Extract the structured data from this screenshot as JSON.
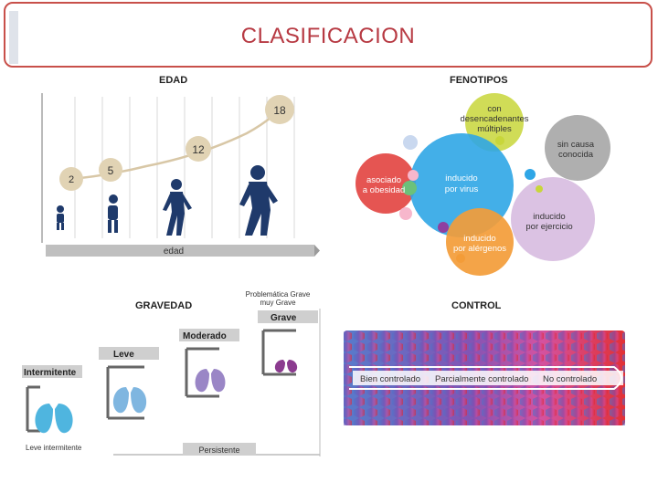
{
  "title": "CLASIFICACION",
  "edad": {
    "heading": "EDAD",
    "ages": [
      "2",
      "5",
      "12",
      "18"
    ],
    "axis_label": "edad"
  },
  "fenotipos": {
    "heading": "FENOTIPOS",
    "bubbles": [
      {
        "label": "con desencadenantes múltiples",
        "color": "#c8d63a"
      },
      {
        "label": "sin causa conocida",
        "color": "#a6a6a6"
      },
      {
        "label": "asociado a obesidad",
        "color": "#e2433f"
      },
      {
        "label": "inducido por virus",
        "color": "#2fa6e6"
      },
      {
        "label": "inducido por ejercicio",
        "color": "#d9bfe2"
      },
      {
        "label": "inducido por alérgenos",
        "color": "#f39c38"
      }
    ]
  },
  "gravedad": {
    "heading": "GRAVEDAD",
    "levels": [
      "Intermitente",
      "Leve",
      "Moderado",
      "Grave"
    ],
    "top_note": "Problemática Grave muy Grave",
    "bottom_left": "Leve intermitente",
    "bottom_right": "Persistente"
  },
  "control": {
    "heading": "CONTROL",
    "states": [
      "Bien controlado",
      "Parcialmente controlado",
      "No controlado"
    ]
  }
}
